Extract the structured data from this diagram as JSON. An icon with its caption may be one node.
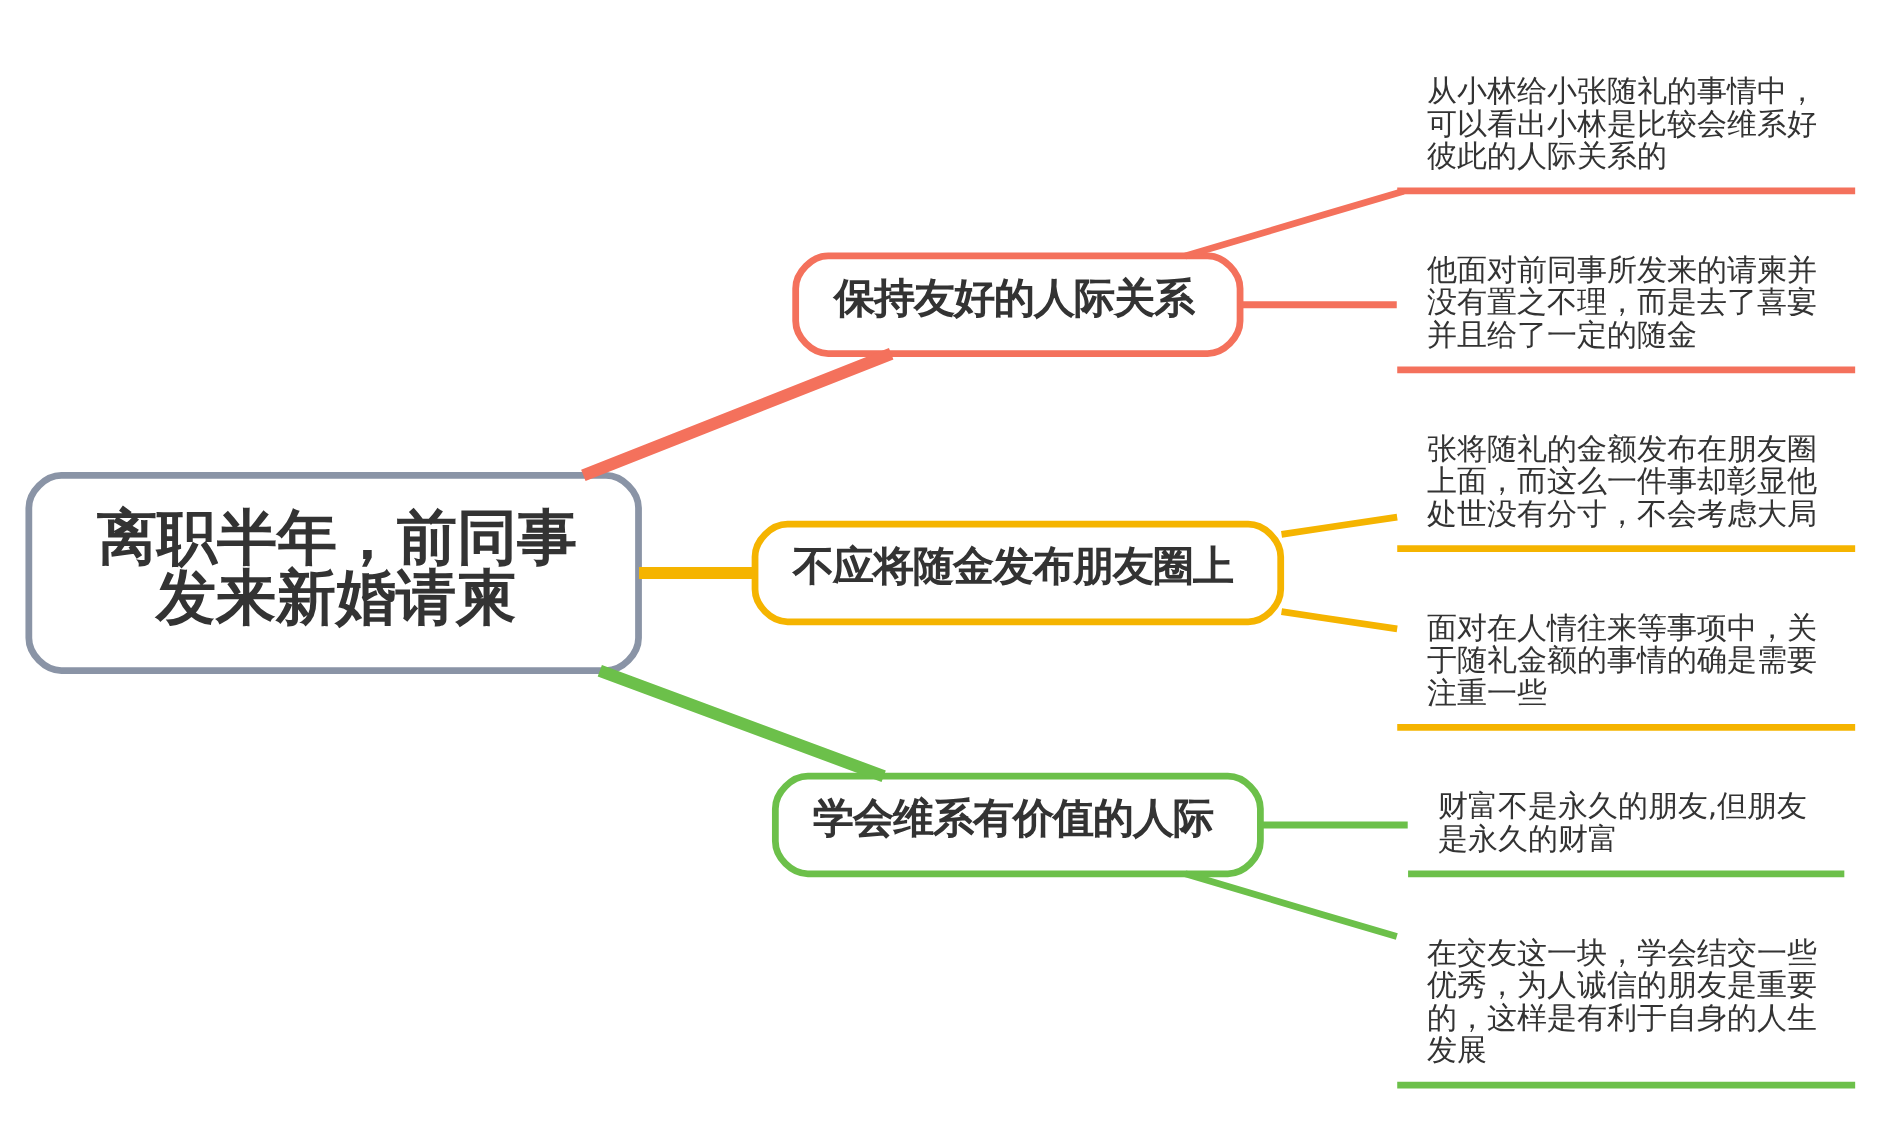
{
  "diagram": {
    "nodes": [
      {
        "text": [
          "离职半年，前同事发来新婚请柬"
        ]
      },
      {
        "text": [
          "保持友好的人际关系"
        ]
      },
      {
        "text": [
          "从小林给小张随礼的事情中，可以看出小林是比较会维系好彼此的人际关系的"
        ]
      },
      {
        "text": [
          "他面对前同事所发来的请柬并没有置之不理，而是去了喜宴并且给了一定的随金"
        ]
      },
      {
        "text": [
          "不应将随金发布朋友圈上"
        ]
      },
      {
        "text": [
          "张将随礼的金额发布在朋友圈上面，而这么一件事却彰显他处世没有分寸，不会考虑大局"
        ]
      },
      {
        "text": [
          "面对在人情往来等事项中，关于随礼金额的事情的确是需要注重一些"
        ]
      },
      {
        "text": [
          "学会维系有价值的人际"
        ]
      },
      {
        "text": [
          "财富不是永久的朋友,但朋友是永久的财富"
        ]
      },
      {
        "text": [
          "在交友这一块，学会结交一些优秀，为人诚信的朋友是重要的，这样是有利于自身的人生发展"
        ]
      }
    ],
    "edges": [
      {
        "from": 0,
        "to": 1,
        "arrow": "none",
        "style": "thick",
        "color": "#f4715c"
      },
      {
        "from": 1,
        "to": 2,
        "arrow": "none",
        "color": "#f4715c"
      },
      {
        "from": 1,
        "to": 3,
        "arrow": "none",
        "color": "#f4715c"
      },
      {
        "from": 0,
        "to": 4,
        "arrow": "none",
        "style": "thick",
        "color": "#f5b400"
      },
      {
        "from": 4,
        "to": 5,
        "arrow": "none",
        "color": "#f5b400"
      },
      {
        "from": 4,
        "to": 6,
        "arrow": "none",
        "color": "#f5b400"
      },
      {
        "from": 0,
        "to": 7,
        "arrow": "none",
        "style": "thick",
        "color": "#6cc04a"
      },
      {
        "from": 7,
        "to": 8,
        "arrow": "none",
        "color": "#6cc04a"
      },
      {
        "from": 7,
        "to": 9,
        "arrow": "none",
        "color": "#6cc04a"
      }
    ]
  }
}
